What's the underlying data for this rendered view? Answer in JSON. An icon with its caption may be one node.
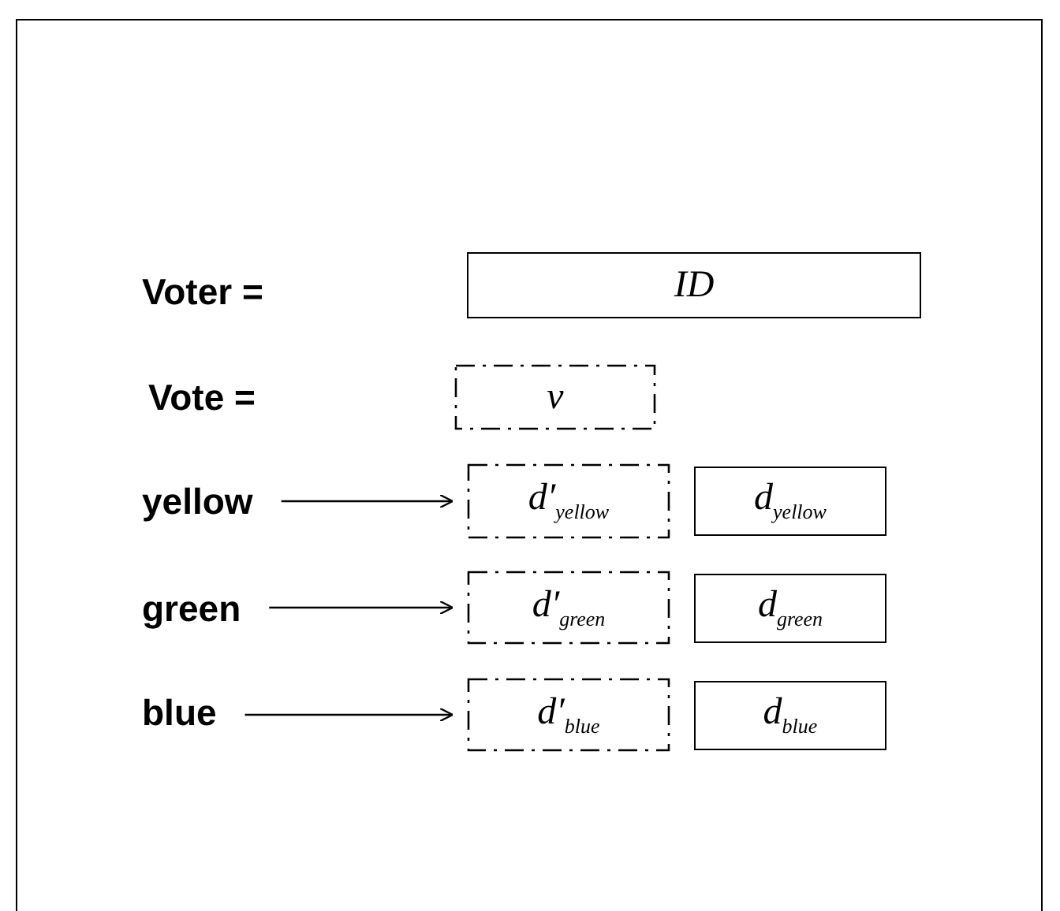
{
  "diagram": {
    "nodes": [
      {
        "text": [
          "ID"
        ]
      },
      {
        "text": [
          "v"
        ]
      },
      {
        "text": [
          "yellow"
        ]
      },
      {
        "text": [
          "d′$_{yellow}$"
        ]
      },
      {
        "text": [
          "d$_{yellow}$"
        ]
      },
      {
        "text": [
          "green"
        ]
      },
      {
        "text": [
          "d′$_{green}$"
        ]
      },
      {
        "text": [
          "d$_{green}$"
        ]
      },
      {
        "text": [
          "blue"
        ]
      },
      {
        "text": [
          "d′$_{blue}$"
        ]
      },
      {
        "text": [
          "d$_{blue}$"
        ]
      }
    ],
    "edges": [
      {
        "from": 2,
        "to": 3,
        "arrow": "to"
      },
      {
        "from": 5,
        "to": 6,
        "arrow": "to"
      },
      {
        "from": 8,
        "to": 9,
        "arrow": "to"
      }
    ],
    "labels": [
      "Voter =",
      "Vote ="
    ]
  }
}
